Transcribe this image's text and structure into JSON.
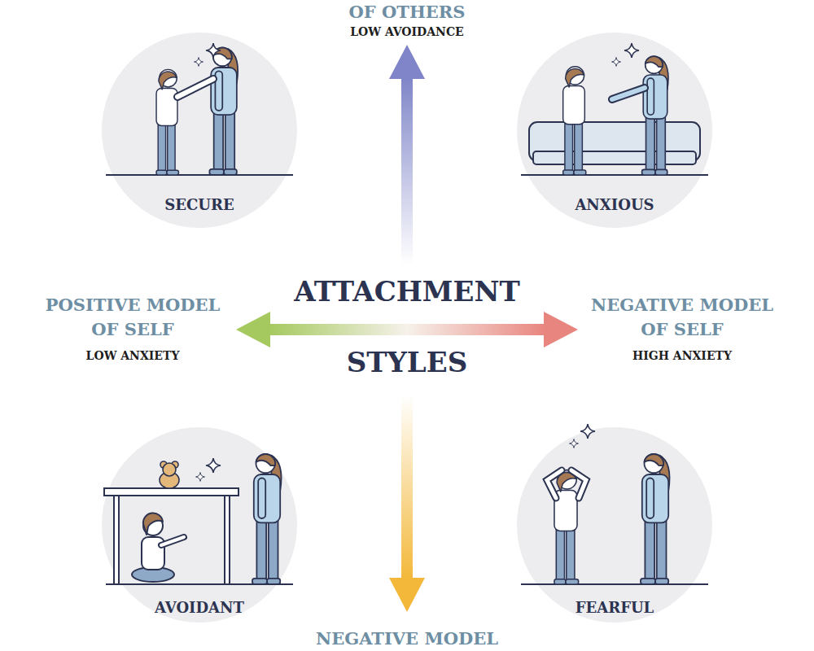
{
  "diagram": {
    "title": "ATTACHMENT STYLES",
    "nodes": [
      {
        "text": [
          "SECURE"
        ]
      },
      {
        "text": [
          "ANXIOUS"
        ]
      },
      {
        "text": [
          "AVOIDANT"
        ]
      },
      {
        "text": [
          "FEARFUL"
        ]
      }
    ],
    "labels": [
      "OF OTHERS",
      "LOW AVOIDANCE",
      "POSITIVE MODEL OF SELF",
      "LOW ANXIETY",
      "NEGATIVE MODEL OF SELF",
      "HIGH ANXIETY",
      "NEGATIVE MODEL"
    ]
  }
}
